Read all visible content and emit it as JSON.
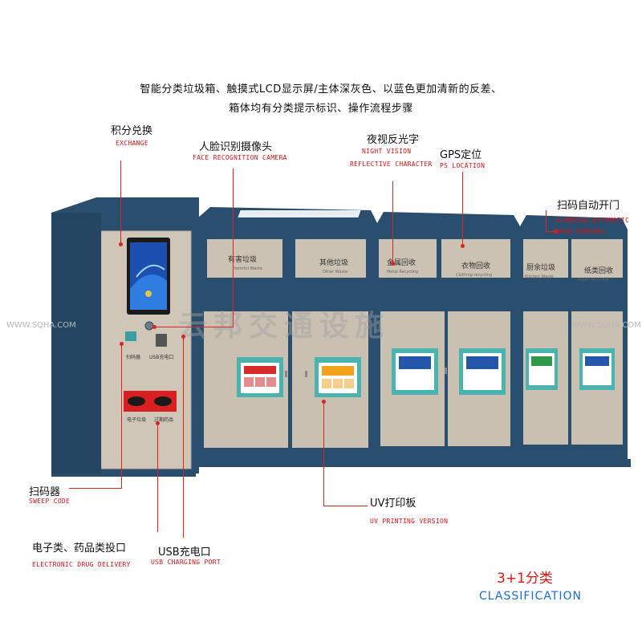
{
  "header": {
    "line1": "智能分类垃圾箱、触摸式LCD显示屏/主体深灰色、以蓝色更加清新的反差、",
    "line2": "箱体均有分类提示标识、操作流程步骤"
  },
  "watermark": {
    "left": "WWW.SQHA.COM",
    "center": "云邦交通设施",
    "right": "WWW.SQHA.COM"
  },
  "callouts": {
    "exchange": {
      "zh": "积分兑换",
      "en": "EXCHANGE"
    },
    "face": {
      "zh": "人脸识别摄像头",
      "en": "FACE RECOGNITION CAMERA"
    },
    "night": {
      "zh": "夜视反光字",
      "en1": "NIGHT VISION",
      "en2": "REFLECTIVE CHARACTER"
    },
    "gps": {
      "zh": "GPS定位",
      "en": "PS LOCATION"
    },
    "scan_open": {
      "zh": "扫码自动开门",
      "en1": "SCANNING AUTOMATIC",
      "en2": "DOOR OPENING"
    },
    "sweep": {
      "zh": "扫码器",
      "en": "SWEEP CODE"
    },
    "uv": {
      "zh": "UV打印板",
      "en": "UV PRINTING VERSION"
    },
    "drug": {
      "zh": "电子类、药品类投口",
      "en": "ELECTRONIC DRUG DELIVERY"
    },
    "usb": {
      "zh": "USB充电口",
      "en": "USB CHARGING PORT"
    }
  },
  "kiosk": {
    "scanner_label": "扫码器",
    "usb_label": "USB充电口",
    "electronic_label": "电子垃圾",
    "drug_label": "过期药品"
  },
  "bins": [
    {
      "lid_zh": "有害垃圾",
      "lid_en": "Harmful Waste"
    },
    {
      "lid_zh": "其他垃圾",
      "lid_en": "Other Waste"
    },
    {
      "lid_zh": "金属回收",
      "lid_en": "Metal Recycling"
    },
    {
      "lid_zh": "衣物回收",
      "lid_en": "Clothing recycling"
    },
    {
      "lid_zh": "厨余垃圾",
      "lid_en": "Kitchen Waste"
    },
    {
      "lid_zh": "纸类回收",
      "lid_en": "Paper recycling"
    }
  ],
  "classification": {
    "zh": "3+1分类",
    "en": "CLASSIFICATION"
  },
  "colors": {
    "frame": "#2a4f6e",
    "panel": "#d7cfc2",
    "accent_red": "#dd1b1b",
    "harmful": "#d62b2b",
    "other": "#f2a11a",
    "recycle": "#2557a8",
    "kitchen": "#2e9a47"
  }
}
